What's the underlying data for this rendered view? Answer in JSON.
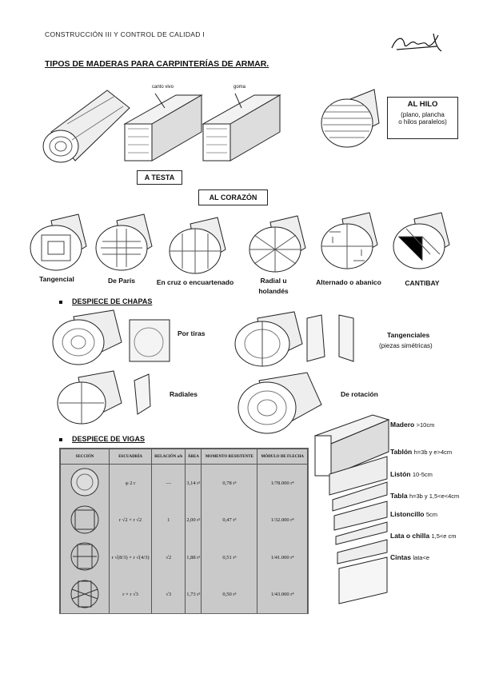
{
  "header": {
    "course": "CONSTRUCCIÓN III Y CONTROL DE CALIDAD I",
    "title": "TIPOS DE MADERAS PARA CARPINTERÍAS DE ARMAR."
  },
  "top_figure": {
    "label_canto": "canto vivo",
    "label_goma": "goma",
    "a_testa": "A TESTA",
    "al_corazon": "AL CORAZÓN",
    "al_hilo_title": "AL HILO",
    "al_hilo_desc_1": "(plano, plancha",
    "al_hilo_desc_2": "o hilos paralelos)"
  },
  "cuts": [
    {
      "label": "Tangencial"
    },
    {
      "label": "De París"
    },
    {
      "label": "En cruz o encuartenado"
    },
    {
      "label_1": "Radial u",
      "label_2": "holandés"
    },
    {
      "label": "Alternado o abanico"
    },
    {
      "label": "CANTIBAY"
    }
  ],
  "chapas": {
    "heading": "DESPIECE DE CHAPAS",
    "portiras": "Por tiras",
    "tangenciales": "Tangenciales",
    "tangenciales_sub": "(piezas simétricas)",
    "radiales": "Radiales",
    "rotacion": "De rotación"
  },
  "vigas": {
    "heading": "DESPIECE DE VIGAS",
    "table_headers": [
      "SECCIÓN",
      "ESCUADRÍA",
      "RELACIÓN a/b",
      "ÁREA",
      "MOMENTO RESISTENTE",
      "MÓDULO DE FLECHA"
    ],
    "rows": [
      {
        "escuadria": "φ 2 r",
        "relacion": "—",
        "area": "3,14 r²",
        "momento": "0,78 r³",
        "modulo": "1/78.000 r⁴"
      },
      {
        "escuadria": "r √2 × r √2",
        "relacion": "1",
        "area": "2,00 r²",
        "momento": "0,47 r³",
        "modulo": "1/32.000 r⁴"
      },
      {
        "escuadria": "r √(8/3) × r √(4/3)",
        "relacion": "√2",
        "area": "1,88 r²",
        "momento": "0,51 r³",
        "modulo": "1/41.000 r⁴"
      },
      {
        "escuadria": "r × r √3",
        "relacion": "√3",
        "area": "1,73 r²",
        "momento": "0,50 r³",
        "modulo": "1/43.000 r⁴"
      }
    ]
  },
  "sizes": [
    {
      "name": "Madero",
      "detail": ">10cm"
    },
    {
      "name": "Tablón",
      "detail": "h=3b y e>4cm"
    },
    {
      "name": "Listón",
      "detail": "10-5cm"
    },
    {
      "name": "Tabla",
      "detail": "h=3b y 1,5<e<4cm"
    },
    {
      "name": "Listoncillo",
      "detail": "5cm"
    },
    {
      "name": "Lata o chilla",
      "detail": "1,5<e cm"
    },
    {
      "name": "Cintas",
      "detail": "lata<e"
    }
  ]
}
